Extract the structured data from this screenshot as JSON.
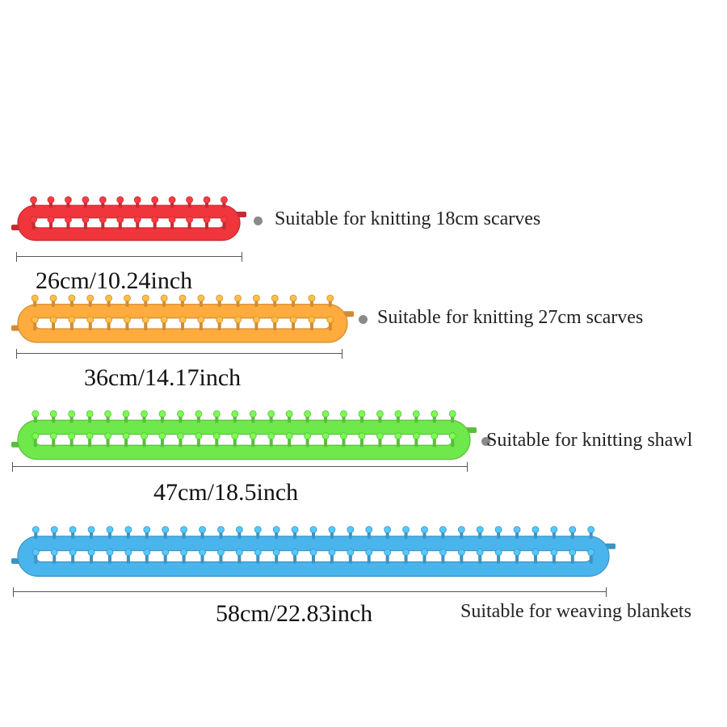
{
  "looms": [
    {
      "color": "#f0353d",
      "pegs": 12,
      "size_label": "26cm/10.24inch",
      "description": "Suitable for knitting 18cm scarves",
      "bullet": true
    },
    {
      "color": "#ffab3d",
      "pegs": 17,
      "size_label": "36cm/14.17inch",
      "description": "Suitable for knitting 27cm scarves",
      "bullet": true
    },
    {
      "color": "#6ee84a",
      "pegs": 24,
      "size_label": "47cm/18.5inch",
      "description": "Suitable for knitting shawl",
      "bullet": true
    },
    {
      "color": "#4ab4ec",
      "pegs": 31,
      "size_label": "58cm/22.83inch",
      "description": "Suitable for weaving blankets",
      "bullet": false
    }
  ]
}
